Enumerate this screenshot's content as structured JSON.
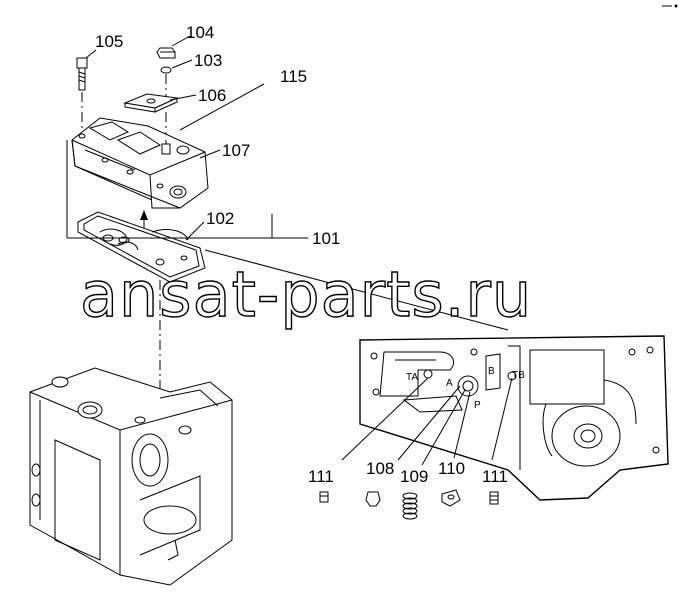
{
  "watermark": "ansat-parts.ru",
  "callouts": {
    "p101": "101",
    "p102": "102",
    "p103": "103",
    "p104": "104",
    "p105": "105",
    "p106": "106",
    "p107": "107",
    "p115": "115",
    "p108": "108",
    "p109": "109",
    "p110": "110",
    "p111_left": "111",
    "p111_right": "111"
  },
  "port_labels": {
    "ta": "TA",
    "a": "A",
    "b": "B",
    "tb": "TB",
    "p": "P"
  }
}
